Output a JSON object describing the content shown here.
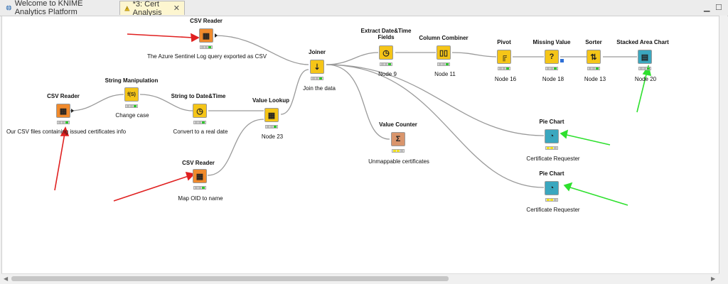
{
  "tabs": [
    {
      "label": "Welcome to KNIME Analytics Platform",
      "icon": "globe-icon"
    },
    {
      "label": "*3: Cert Analysis",
      "icon": "warning-icon",
      "active": true
    }
  ],
  "nodes": {
    "csv_reader_top": {
      "title": "CSV Reader",
      "annotation": "The Azure Sentinel Log query exported as CSV",
      "color": "#f08a2c"
    },
    "csv_reader_left": {
      "title": "CSV Reader",
      "annotation": "Our CSV files containing issued certificates info",
      "color": "#f08a2c"
    },
    "csv_reader_bottom": {
      "title": "CSV Reader",
      "annotation": "Map OID to name",
      "color": "#f08a2c"
    },
    "string_manipulation": {
      "title": "String Manipulation",
      "annotation": "Change case",
      "glyph": "f(S)",
      "color": "#f5c518"
    },
    "string_to_date": {
      "title": "String to Date&Time",
      "annotation": "Convert to a real date",
      "color": "#f5c518"
    },
    "value_lookup": {
      "title": "Value Lookup",
      "annotation": "Node 23",
      "color": "#f5c518"
    },
    "joiner": {
      "title": "Joiner",
      "annotation": "Join the data",
      "color": "#f5c518"
    },
    "extract_datetime": {
      "title": "Extract Date&Time Fields",
      "annotation": "Node 9",
      "color": "#f5c518"
    },
    "column_combiner": {
      "title": "Column Combiner",
      "annotation": "Node 11",
      "color": "#f5c518"
    },
    "pivot": {
      "title": "Pivot",
      "annotation": "Node 16",
      "color": "#f5c518"
    },
    "missing_value": {
      "title": "Missing Value",
      "annotation": "Node 18",
      "glyph": "?",
      "color": "#f5c518"
    },
    "sorter": {
      "title": "Sorter",
      "annotation": "Node 13",
      "color": "#f5c518"
    },
    "stacked_area_chart": {
      "title": "Stacked Area Chart",
      "annotation": "Node 20",
      "color": "#3ba7bf"
    },
    "value_counter": {
      "title": "Value Counter",
      "annotation": "Unmappable certificates",
      "glyph": "Σ",
      "color": "#d9956c"
    },
    "pie_chart_1": {
      "title": "Pie Chart",
      "annotation": "Certificate Requester",
      "color": "#3ba7bf"
    },
    "pie_chart_2": {
      "title": "Pie Chart",
      "annotation": "Certificate Requester",
      "color": "#3ba7bf"
    }
  },
  "colors": {
    "red_arrow": "#e02020",
    "green_arrow": "#2ee02e",
    "status_green": "#2fc62f",
    "status_yellow": "#f0e020",
    "wire": "#9a9a9a"
  }
}
